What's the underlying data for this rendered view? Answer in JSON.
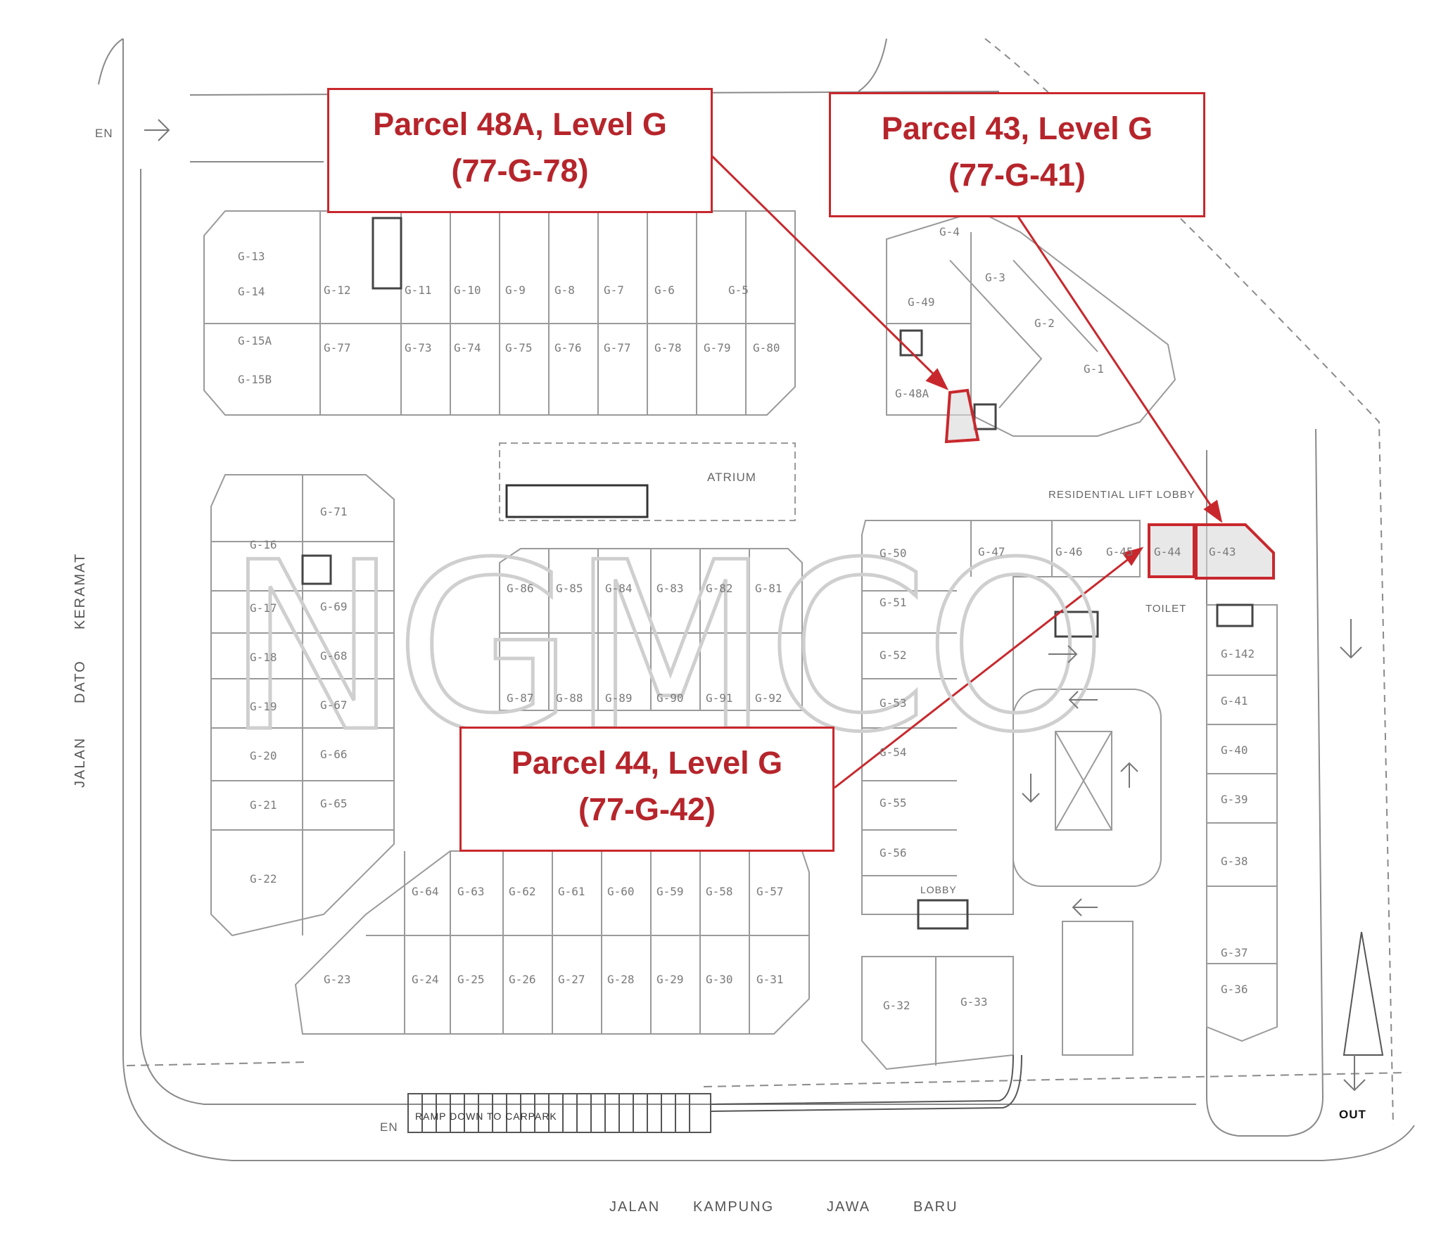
{
  "callouts": [
    {
      "title": "Parcel 48A, Level G",
      "code": "(77-G-78)"
    },
    {
      "title": "Parcel 43, Level G",
      "code": "(77-G-41)"
    },
    {
      "title": "Parcel 44, Level G",
      "code": "(77-G-42)"
    }
  ],
  "watermark": "NGMCO",
  "roads": {
    "left": [
      "JALAN",
      "DATO",
      "KERAMAT"
    ],
    "bottom": [
      "JALAN",
      "KAMPUNG",
      "JAWA",
      "BARU"
    ]
  },
  "labels": {
    "entry_top": "EN",
    "entry_bottom": "EN",
    "exit": "OUT",
    "atrium": "ATRIUM",
    "residential_lift_lobby": "RESIDENTIAL LIFT LOBBY",
    "toilet": "TOILET",
    "lobby": "LOBBY",
    "ramp": "RAMP DOWN TO CARPARK"
  },
  "units": {
    "top_block_row1": [
      "G-13",
      "G-12",
      "G-11",
      "G-10",
      "G-9",
      "G-8",
      "G-7",
      "G-6",
      "G-5"
    ],
    "top_block_row2": [
      "G-77",
      "G-73",
      "G-74",
      "G-75",
      "G-76",
      "G-77",
      "G-78",
      "G-79",
      "G-80"
    ],
    "top_block_left": [
      "G-13",
      "G-14",
      "G-15A",
      "G-15B"
    ],
    "left_block_left": [
      "G-16",
      "G-17",
      "G-18",
      "G-19",
      "G-20",
      "G-21",
      "G-22"
    ],
    "left_block_right": [
      "G-71",
      "G-69",
      "G-68",
      "G-67",
      "G-66",
      "G-65"
    ],
    "center_row1": [
      "G-86",
      "G-85",
      "G-84",
      "G-83",
      "G-82",
      "G-81"
    ],
    "center_row2": [
      "G-87",
      "G-88",
      "G-89",
      "G-90",
      "G-91",
      "G-92"
    ],
    "bottom_row1": [
      "G-64",
      "G-63",
      "G-62",
      "G-61",
      "G-60",
      "G-59",
      "G-58",
      "G-57"
    ],
    "bottom_row2": [
      "G-23",
      "G-24",
      "G-25",
      "G-26",
      "G-27",
      "G-28",
      "G-29",
      "G-30",
      "G-31"
    ],
    "right_mid_column": [
      "G-50",
      "G-51",
      "G-52",
      "G-53",
      "G-54",
      "G-55",
      "G-56"
    ],
    "right_mid_top": [
      "G-47",
      "G-46",
      "G-45",
      "G-44",
      "G-43"
    ],
    "right_column": [
      "G-142",
      "G-41",
      "G-40",
      "G-39",
      "G-38",
      "G-37",
      "G-36"
    ],
    "bottom_mid": [
      "G-32",
      "G-33"
    ],
    "top_right": [
      "G-4",
      "G-3",
      "G-2",
      "G-1",
      "G-49",
      "G-48A"
    ]
  },
  "colors": {
    "highlight": "#c8282d",
    "line": "#9a9a9a",
    "dark": "#333333"
  }
}
